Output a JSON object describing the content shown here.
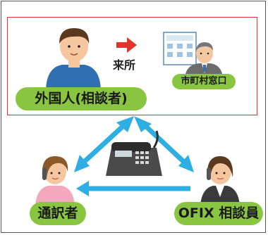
{
  "labels": {
    "foreigner": "外国人(相談者)",
    "visit": "来所",
    "municipal_window": "市町村窓口",
    "interpreter": "通訳者",
    "ofix_consultant": "OFIX 相談員"
  },
  "colors": {
    "pill_green": "#89c540",
    "frame_red": "#e3343a",
    "arrow_blue": "#2eaee2",
    "visit_arrow_red": "#e4322c"
  },
  "icons": [
    "man-figure",
    "visit-arrow-icon",
    "building-clerk-icon",
    "telephone-icon",
    "interpreter-woman-figure",
    "ofix-woman-figure"
  ]
}
